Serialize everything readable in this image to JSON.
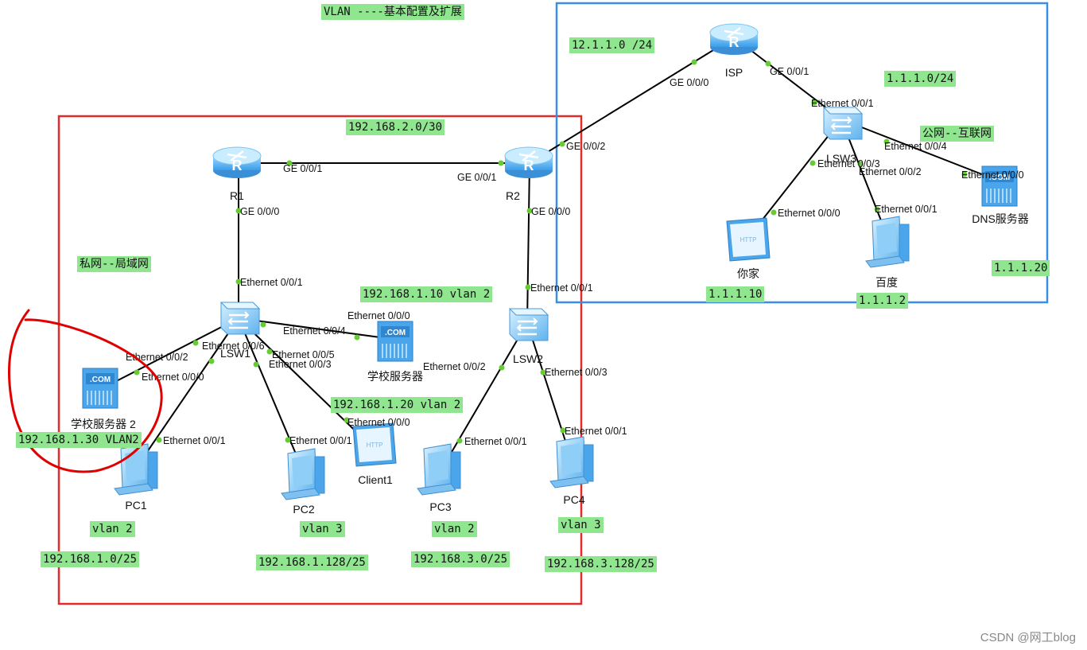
{
  "title": "VLAN ----基本配置及扩展",
  "zones": {
    "private": "私网--局域网",
    "public": "公网--互联网"
  },
  "devices": {
    "r1": "R1",
    "r2": "R2",
    "isp": "ISP",
    "lsw1": "LSW1",
    "lsw2": "LSW2",
    "lsw3": "LSW3",
    "server_school": "学校服务器",
    "server_school2": "学校服务器 2",
    "dns": "DNS服务器",
    "client1": "Client1",
    "home": "你家",
    "baidu": "百度",
    "pc1": "PC1",
    "pc2": "PC2",
    "pc3": "PC3",
    "pc4": "PC4"
  },
  "labels": {
    "net_isp_r2": "12.1.1.0 /24",
    "net_public": "1.1.1.0/24",
    "net_r1_r2": "192.168.2.0/30",
    "r2_vlan": "192.168.1.10  vlan 2",
    "server_vlan": "192.168.1.20 vlan 2",
    "server2_vlan": "192.168.1.30 VLAN2",
    "home_ip": "1.1.1.10",
    "baidu_ip": "1.1.1.2",
    "dns_ip": "1.1.1.20",
    "pc1_vlan": "vlan 2",
    "pc2_vlan": "vlan 3",
    "pc3_vlan": "vlan 2",
    "pc4_vlan": "vlan 3",
    "pc1_net": "192.168.1.0/25",
    "pc2_net": "192.168.1.128/25",
    "pc3_net": "192.168.3.0/25",
    "pc4_net": "192.168.3.128/25"
  },
  "ports": {
    "isp_ge000": "GE 0/0/0",
    "isp_ge001": "GE 0/0/1",
    "r2_ge002": "GE 0/0/2",
    "r1_ge001": "GE 0/0/1",
    "r2_ge001": "GE 0/0/1",
    "r1_ge000": "GE 0/0/0",
    "r2_ge000": "GE 0/0/0",
    "lsw3_e1": "Ethernet 0/0/1",
    "lsw3_e4": "Ethernet 0/0/4",
    "lsw3_e3": "Ethernet 0/0/3",
    "lsw3_e2": "Ethernet 0/0/2",
    "dns_e0": "Ethernet 0/0/0",
    "home_e0": "Ethernet 0/0/0",
    "baidu_e1": "Ethernet 0/0/1",
    "lsw1_e1": "Ethernet 0/0/1",
    "lsw2_e1": "Ethernet 0/0/1",
    "server_e0": "Ethernet 0/0/0",
    "lsw1_e4": "Ethernet 0/0/4",
    "lsw1_e2": "Ethernet 0/0/2",
    "lsw1_e6": "Ethernet 0/0/6",
    "lsw1_e5": "Ethernet 0/0/5",
    "lsw1_e3": "Ethernet 0/0/3",
    "server2_e0": "Ethernet 0/0/0",
    "lsw2_e2": "Ethernet 0/0/2",
    "lsw2_e3": "Ethernet 0/0/3",
    "client_e0": "Ethernet 0/0/0",
    "pc1_e1": "Ethernet 0/0/1",
    "pc2_e1": "Ethernet 0/0/1",
    "pc3_e1": "Ethernet 0/0/1",
    "pc4_e1": "Ethernet 0/0/1"
  },
  "icons": {
    "router": "router-icon",
    "switch": "switch-icon",
    "server": "server-icon",
    "pc": "pc-icon",
    "http_client": "http-client-icon"
  },
  "colors": {
    "private_zone": "#e32b2b",
    "public_zone": "#3b8ee6",
    "label_bg": "#8fe68f",
    "link": "#000000",
    "port_dot": "#66cc33",
    "annotation": "#e00000"
  },
  "watermark": "CSDN @网工blog"
}
